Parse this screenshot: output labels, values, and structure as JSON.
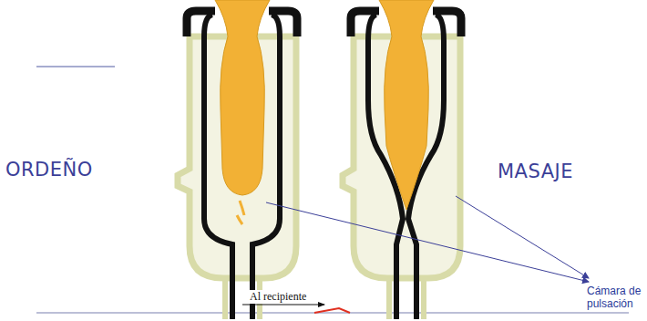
{
  "diagram": {
    "labels": [
      "ORDEÑO",
      "MASAJE",
      "Al recipiente",
      "Cámara de pulsación"
    ]
  }
}
